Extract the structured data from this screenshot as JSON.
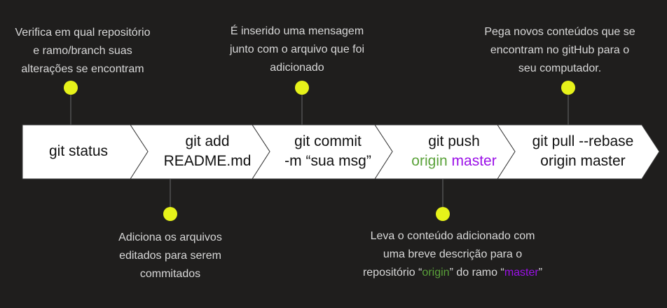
{
  "colors": {
    "background": "#1f1e1d",
    "dot": "#e6f21a",
    "connector": "#6a6a6a",
    "arrow_fill": "#ffffff",
    "arrow_stroke": "#3a3a3a",
    "note_text": "#d8d8d8",
    "step_text": "#111111",
    "origin_green": "#5aa23a",
    "master_purple": "#9b10e8"
  },
  "steps": [
    {
      "lines": [
        "git status"
      ]
    },
    {
      "lines": [
        "git add",
        "README.md"
      ]
    },
    {
      "lines": [
        "git commit",
        "-m “sua msg”"
      ]
    },
    {
      "line1": "git push",
      "origin": "origin",
      "master": "master"
    },
    {
      "lines": [
        "git pull --rebase",
        "origin master"
      ]
    }
  ],
  "notes": {
    "status": [
      "Verifica em qual repositório",
      "e ramo/branch suas",
      "alterações se encontram"
    ],
    "commit": [
      "É inserido uma mensagem",
      "junto com o arquivo que foi",
      "adicionado"
    ],
    "pull": [
      "Pega novos conteúdos que se",
      "encontram no gitHub para o",
      "seu computador."
    ],
    "add": [
      "Adiciona os arquivos",
      "editados para serem",
      "commitados"
    ],
    "push": {
      "line1": "Leva o conteúdo adicionado com",
      "line2": "uma breve descrição para o",
      "line3_a": "repositório “",
      "line3_origin": "origin",
      "line3_b": "” do ramo “",
      "line3_master": "master",
      "line3_c": "”"
    }
  }
}
